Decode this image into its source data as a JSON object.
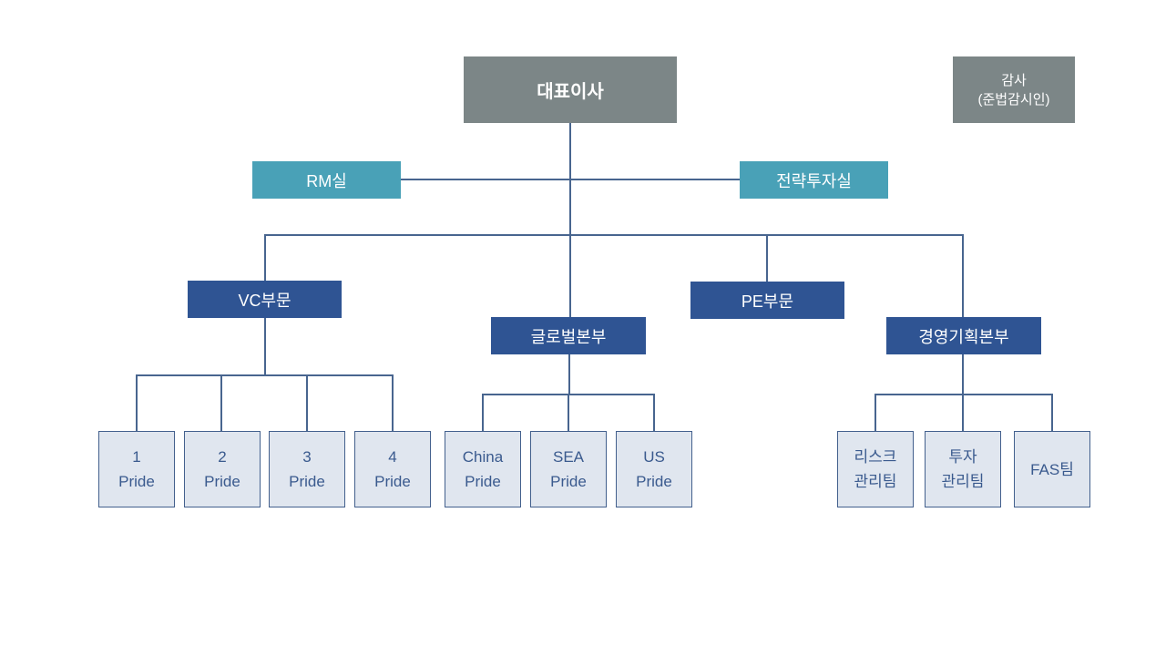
{
  "diagram": {
    "type": "organization-chart",
    "colors": {
      "executive_gray": "#7C8687",
      "staff_teal": "#49A1B7",
      "division_navy": "#2F5493",
      "team_fill": "#E0E6EF",
      "team_border": "#43608D",
      "team_text": "#3A5A8E",
      "connector": "#48658F",
      "background": "#FFFFFF"
    },
    "nodes": {
      "ceo": {
        "label": "대표이사"
      },
      "audit": {
        "lines": [
          "감사",
          "(준법감시인)"
        ]
      },
      "rm": {
        "label": "RM실"
      },
      "strategy": {
        "label": "전략투자실"
      },
      "vc": {
        "label": "VC부문"
      },
      "pe": {
        "label": "PE부문"
      },
      "global": {
        "label": "글로벌본부"
      },
      "planning": {
        "label": "경영기획본부"
      },
      "pride1": {
        "lines": [
          "1",
          "Pride"
        ]
      },
      "pride2": {
        "lines": [
          "2",
          "Pride"
        ]
      },
      "pride3": {
        "lines": [
          "3",
          "Pride"
        ]
      },
      "pride4": {
        "lines": [
          "4",
          "Pride"
        ]
      },
      "china": {
        "lines": [
          "China",
          "Pride"
        ]
      },
      "sea": {
        "lines": [
          "SEA",
          "Pride"
        ]
      },
      "us": {
        "lines": [
          "US",
          "Pride"
        ]
      },
      "risk": {
        "lines": [
          "리스크",
          "관리팀"
        ]
      },
      "invest": {
        "lines": [
          "투자",
          "관리팀"
        ]
      },
      "fas": {
        "lines": [
          "FAS팀"
        ]
      }
    }
  }
}
